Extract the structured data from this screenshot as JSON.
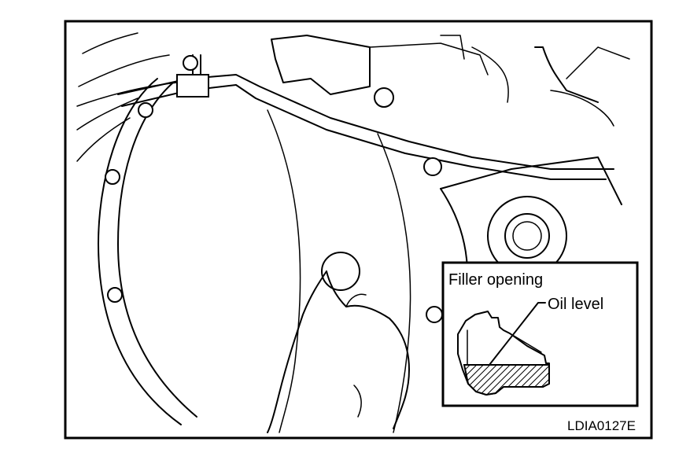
{
  "inset": {
    "title": "Filler opening",
    "pointer_label": "Oil level"
  },
  "figure_code": "LDIA0127E"
}
